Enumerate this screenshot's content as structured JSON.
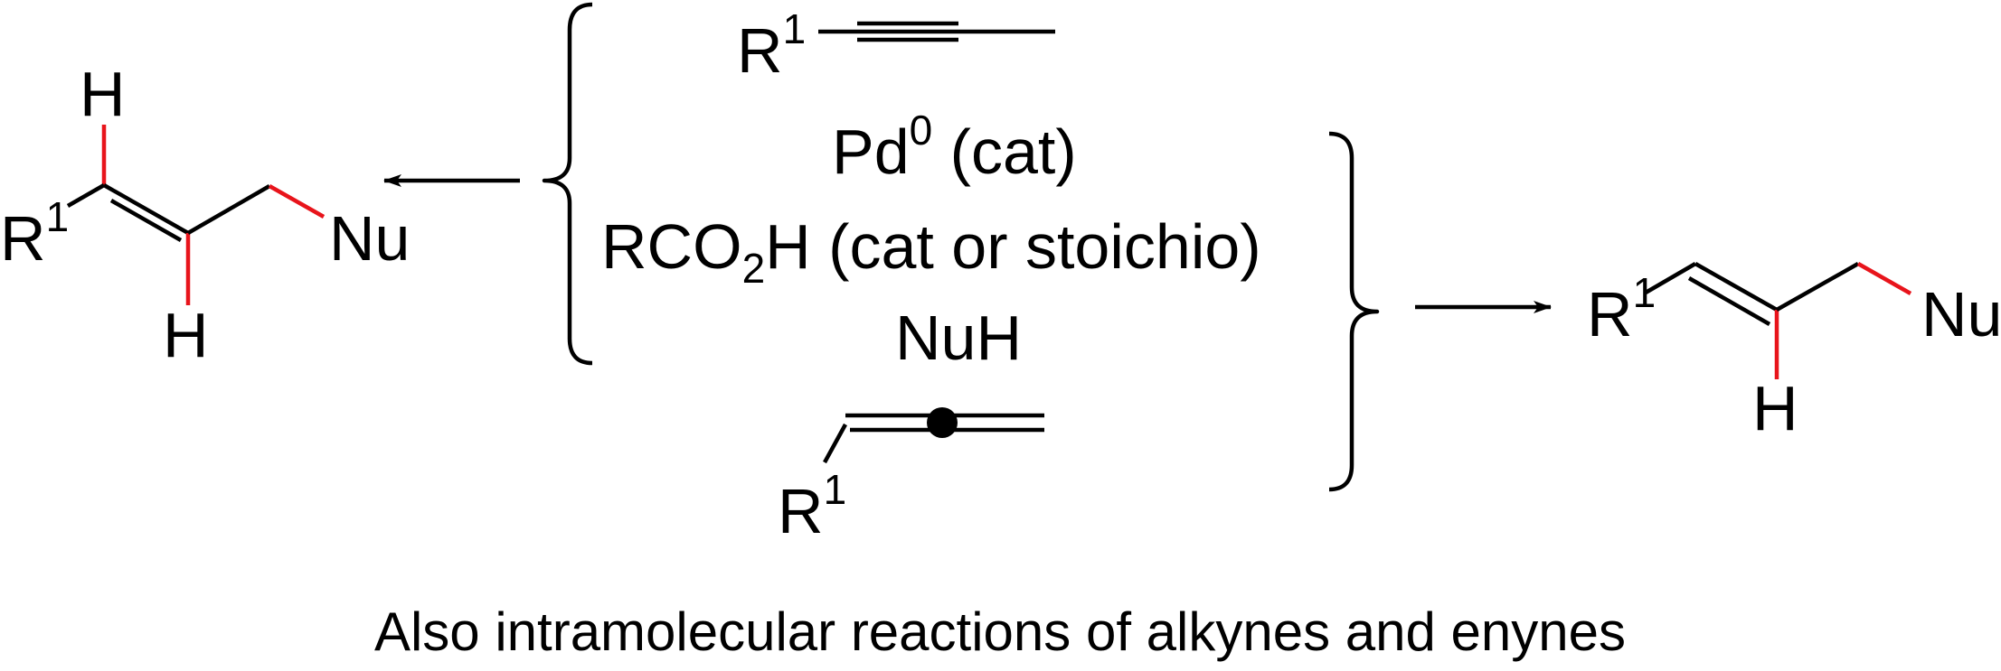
{
  "labels": {
    "r": "R",
    "one": "1",
    "h": "H",
    "nu": "Nu",
    "pd": "Pd",
    "pd_sup": "0",
    "pd_rest": " (cat)",
    "acid_pre": "RCO",
    "acid_sub": "2",
    "acid_post": "H (cat  or stoichio)",
    "nuh": "NuH"
  },
  "caption": "Also intramolecular reactions of alkynes and enynes",
  "colors": {
    "bond": "#000000",
    "highlight": "#e8141b"
  }
}
